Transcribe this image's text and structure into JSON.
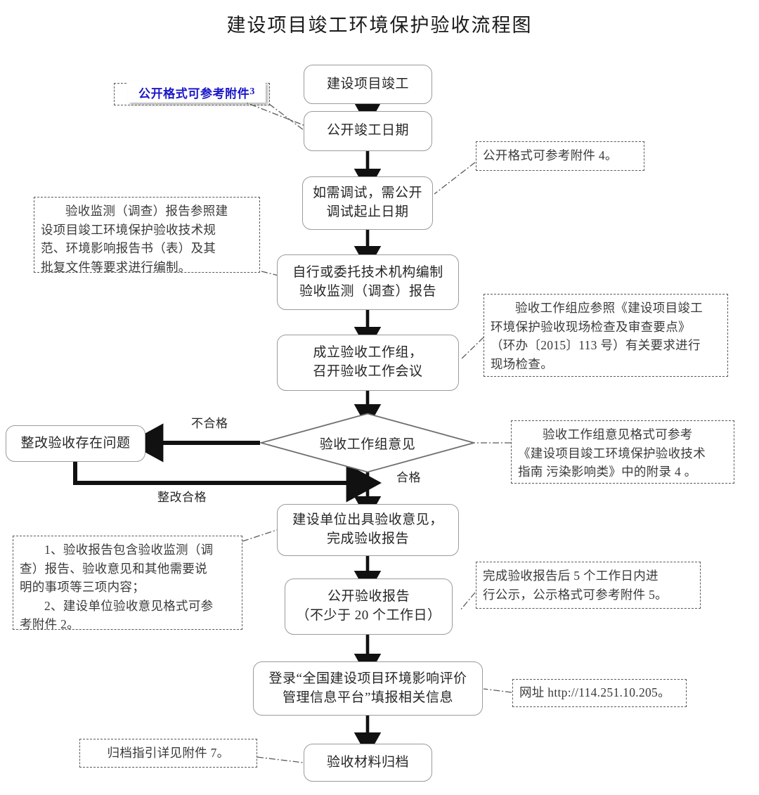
{
  "title": "建设项目竣工环境保护验收流程图",
  "colors": {
    "node_border": "#9b9b9b",
    "note_border": "#5a5a5a",
    "arrow": "#111111",
    "blue_note_text": "#1a16c8",
    "background": "#ffffff"
  },
  "nodes": [
    {
      "id": "n1",
      "lines": [
        "建设项目竣工"
      ]
    },
    {
      "id": "n2",
      "lines": [
        "公开竣工日期"
      ]
    },
    {
      "id": "n3",
      "lines": [
        "如需调试，需公开",
        "调试起止日期"
      ]
    },
    {
      "id": "n4",
      "lines": [
        "自行或委托技术机构编制",
        "验收监测（调查）报告"
      ]
    },
    {
      "id": "n5",
      "lines": [
        "成立验收工作组，",
        "召开验收工作会议"
      ]
    },
    {
      "id": "n6",
      "lines": [
        "整改验收存在问题"
      ]
    },
    {
      "id": "n7",
      "lines": [
        "建设单位出具验收意见，",
        "完成验收报告"
      ]
    },
    {
      "id": "n8",
      "lines": [
        "公开验收报告",
        "（不少于 20 个工作日）"
      ]
    },
    {
      "id": "n9",
      "lines": [
        "登录“全国建设项目环境影响评价",
        "管理信息平台”填报相关信息"
      ]
    },
    {
      "id": "n10",
      "lines": [
        "验收材料归档"
      ]
    }
  ],
  "decision": {
    "id": "d1",
    "label": "验收工作组意见"
  },
  "edge_labels": [
    {
      "id": "e_fail",
      "text": "不合格"
    },
    {
      "id": "e_pass",
      "text": "合格"
    },
    {
      "id": "e_remediated",
      "text": "整改合格"
    }
  ],
  "notes": {
    "blue_attach3": {
      "text": "公开格式可参考附件",
      "suffix": "3"
    },
    "attach4": {
      "lines": [
        "公开格式可参考附件 4。"
      ]
    },
    "monitoring_report": {
      "lines": [
        "验收监测（调查）报告参照建",
        "设项目竣工环境保护验收技术规",
        "范、环境影响报告书（表）及其",
        "批复文件等要求进行编制。"
      ]
    },
    "workgroup_inspection": {
      "lines": [
        "验收工作组应参照《建设项目竣工",
        "环境保护验收现场检查及审查要点》",
        "（环办〔2015〕113 号）有关要求进行",
        "现场检查。"
      ]
    },
    "workgroup_opinion_format": {
      "lines": [
        "验收工作组意见格式可参考",
        "《建设项目竣工环境保护验收技术",
        "指南 污染影响类》中的附录 4 。"
      ]
    },
    "report_contents": {
      "lines": [
        "1、验收报告包含验收监测（调",
        "查）报告、验收意见和其他需要说",
        "明的事项等三项内容；",
        "2、建设单位验收意见格式可参",
        "考附件 2。"
      ]
    },
    "publicity_5days": {
      "lines": [
        "完成验收报告后 5 个工作日内进",
        "行公示，公示格式可参考附件 5。"
      ]
    },
    "platform_url": {
      "lines": [
        "网址 http://114.251.10.205。"
      ]
    },
    "archive_guide": {
      "lines": [
        "归档指引详见附件 7。"
      ]
    }
  }
}
